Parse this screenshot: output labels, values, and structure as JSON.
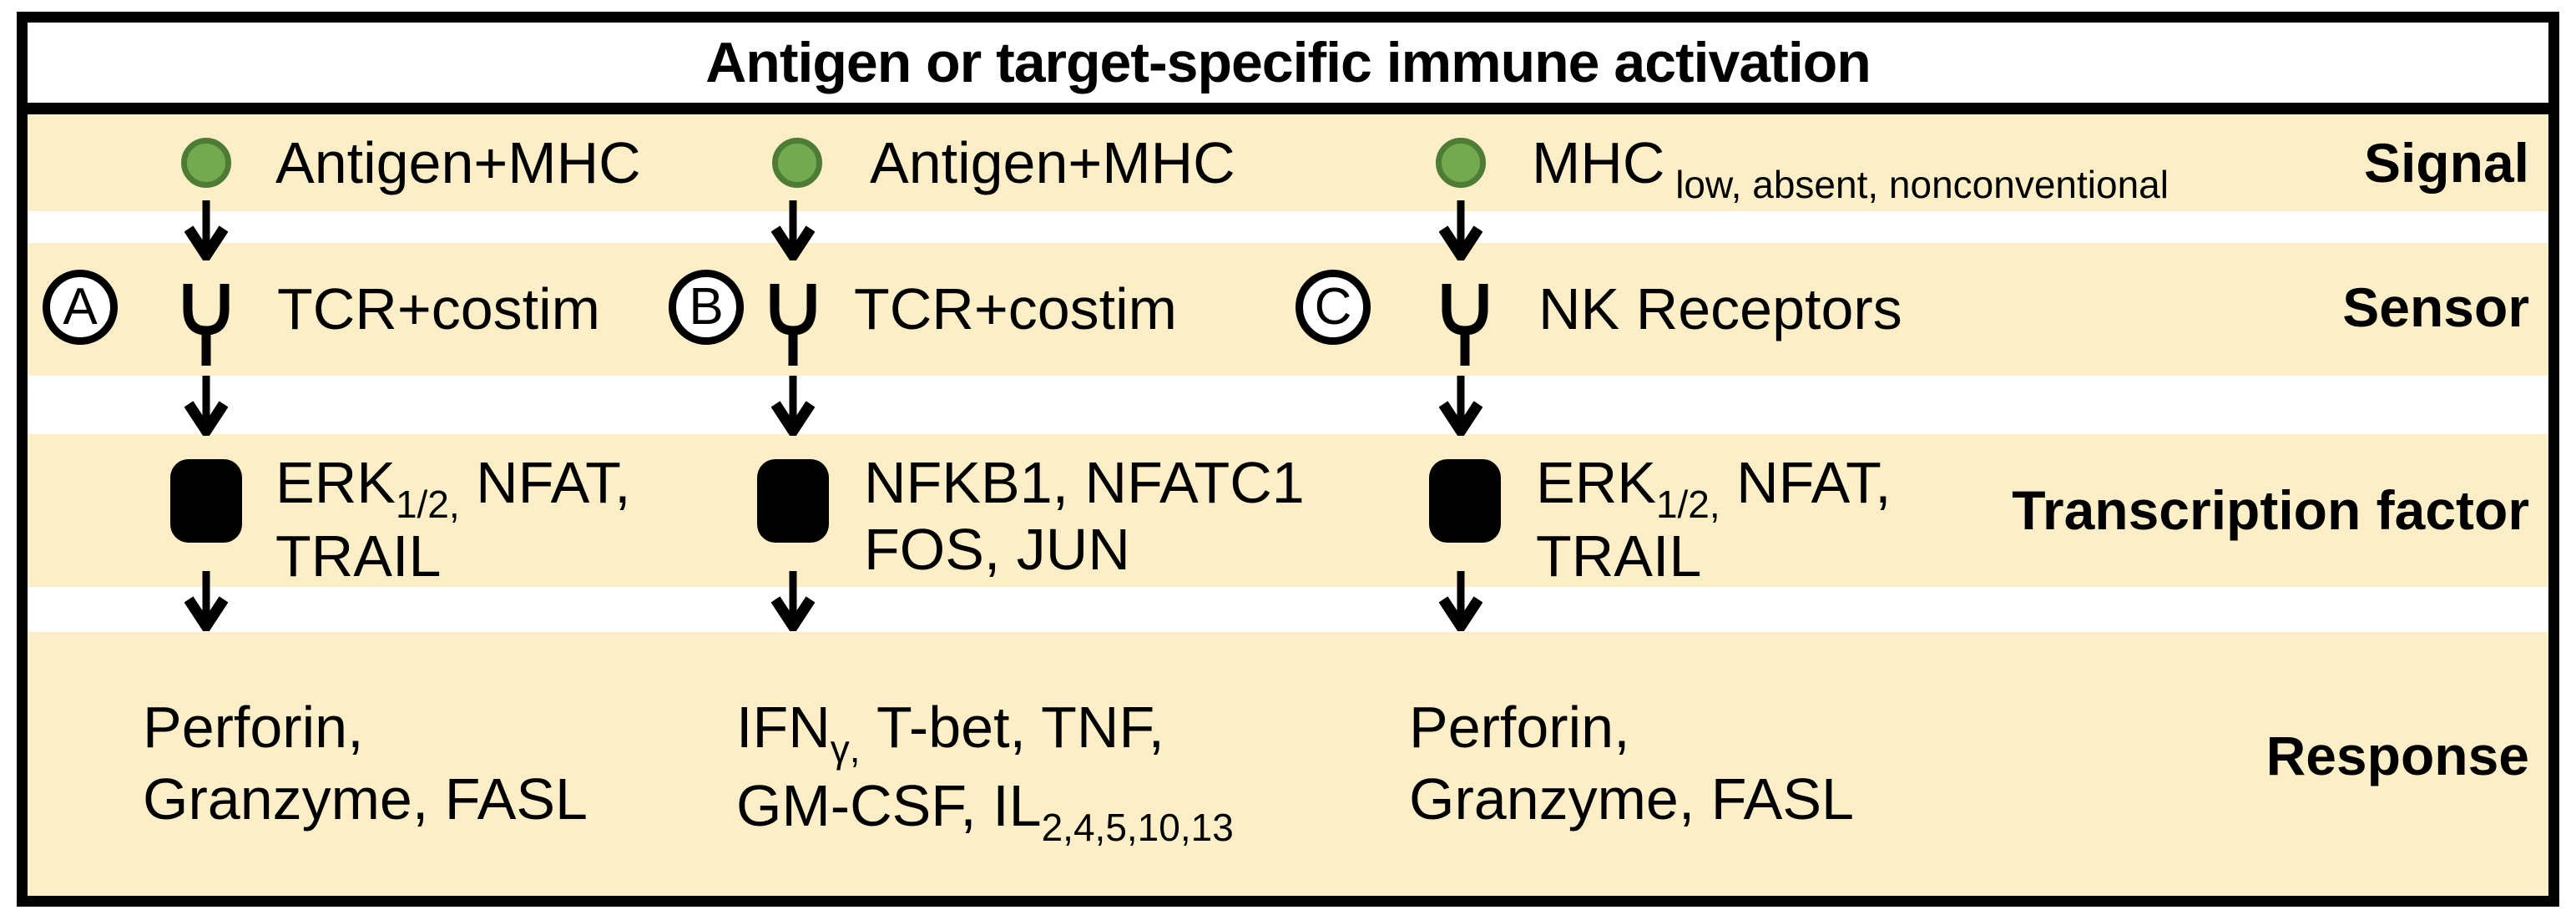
{
  "palette": {
    "paper": "#FFFFFF",
    "ink": "#000000",
    "row_bg": "#FCEFC8",
    "dot_fill": "#73AA50",
    "dot_border": "#4F7C35"
  },
  "title": "Antigen or target-specific immune activation",
  "row_labels": {
    "signal": "Signal",
    "sensor": "Sensor",
    "transcription_factor": "Transcription factor",
    "response": "Response"
  },
  "icons": {
    "signal": "green-dot-icon",
    "sensor": "receptor-icon",
    "transcription_factor": "tf-box-icon",
    "flow": "down-arrow-icon"
  },
  "columns": [
    {
      "badge": "A",
      "signal_text": [
        [
          {
            "t": "Antigen+MHC"
          }
        ]
      ],
      "sensor_text": [
        [
          {
            "t": "TCR+costim"
          }
        ]
      ],
      "tf_text": [
        [
          {
            "t": "ERK"
          },
          {
            "t": "1/2,",
            "sub": true
          },
          {
            "t": " NFAT,"
          }
        ],
        [
          {
            "t": "TRAIL"
          }
        ]
      ],
      "response_text": [
        [
          {
            "t": "Perforin,"
          }
        ],
        [
          {
            "t": "Granzyme, FASL"
          }
        ]
      ]
    },
    {
      "badge": "B",
      "signal_text": [
        [
          {
            "t": "Antigen+MHC"
          }
        ]
      ],
      "sensor_text": [
        [
          {
            "t": "TCR+costim"
          }
        ]
      ],
      "tf_text": [
        [
          {
            "t": "NFKB1, NFATC1"
          }
        ],
        [
          {
            "t": "FOS, JUN"
          }
        ]
      ],
      "response_text": [
        [
          {
            "t": "IFN"
          },
          {
            "t": "γ,",
            "sub": true
          },
          {
            "t": " T-bet, TNF,"
          }
        ],
        [
          {
            "t": "GM-CSF, IL"
          },
          {
            "t": "2,4,5,10,13",
            "sub": true
          }
        ]
      ]
    },
    {
      "badge": "C",
      "signal_text": [
        [
          {
            "t": "MHC"
          },
          {
            "t": " low, absent, nonconventional",
            "sub": true
          }
        ]
      ],
      "sensor_text": [
        [
          {
            "t": "NK Receptors"
          }
        ]
      ],
      "tf_text": [
        [
          {
            "t": "ERK"
          },
          {
            "t": "1/2,",
            "sub": true
          },
          {
            "t": " NFAT,"
          }
        ],
        [
          {
            "t": "TRAIL"
          }
        ]
      ],
      "response_text": [
        [
          {
            "t": "Perforin,"
          }
        ],
        [
          {
            "t": "Granzyme, FASL"
          }
        ]
      ]
    }
  ]
}
